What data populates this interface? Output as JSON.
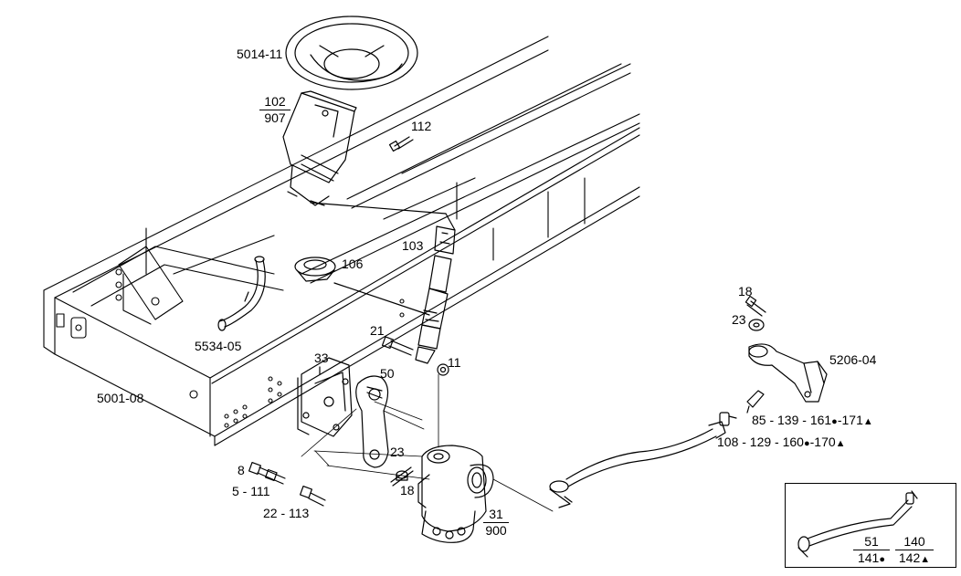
{
  "labels": {
    "steering_wheel": "5014-11",
    "steering_column_num": "102",
    "steering_column_den": "907",
    "bolt_112": "112",
    "u_joint_103": "103",
    "boot_106": "106",
    "hose": "5534-05",
    "bolt_21": "21",
    "bracket_33": "33",
    "nut_11": "11",
    "pitman_arm_50": "50",
    "frame": "5001-08",
    "nut_23_left": "23",
    "pin_18_left": "18",
    "bolt_8": "8",
    "bolt_5_111": "5 - 111",
    "bolt_22_113": "22 - 113",
    "gearbox_num": "31",
    "gearbox_den": "900",
    "bolt_18_right": "18",
    "nut_23_right": "23",
    "arm": "5206-04",
    "tie_rod_end_1": "85 - 139 - 161",
    "tie_rod_end_1_tail": "-171",
    "tie_rod_end_2": "108 - 129 - 160",
    "tie_rod_end_2_tail": "-170",
    "inset_a_num": "51",
    "inset_a_den": "141",
    "inset_b_num": "140",
    "inset_b_den": "142"
  },
  "markers": {
    "circle": "●",
    "triangle": "▲"
  }
}
